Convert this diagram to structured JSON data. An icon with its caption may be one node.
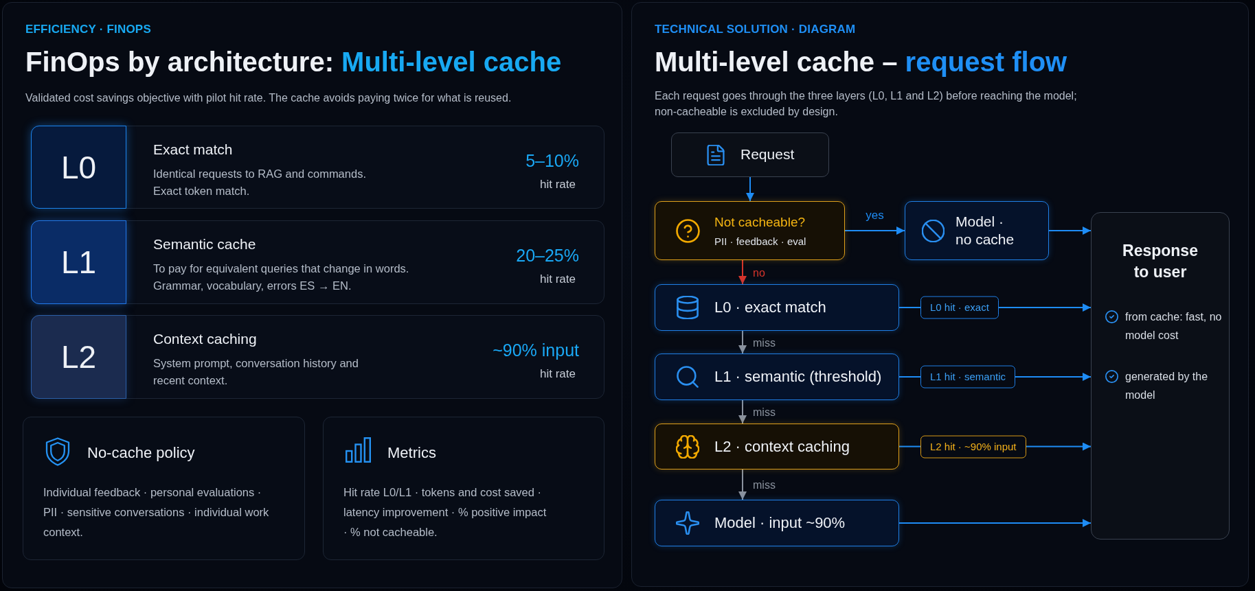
{
  "diagram": {
    "nodes": [
      {
        "text": [
          "EFFICIENCY · FINOPS",
          "FinOps by architecture: **Multi-level cache**",
          "Validated cost savings objective with pilot hit rate. The cache avoids paying twice for what is reused."
        ]
      },
      {
        "text": [
          "Exact match",
          "Identical requests to RAG and commands. Exact token match.",
          "5–10%",
          "hit rate"
        ],
        "in": 0
      },
      {
        "text": [
          "L0"
        ],
        "in": 1
      },
      {
        "text": [
          "Semantic cache",
          "To pay for equivalent queries that change in words. Grammar, vocabulary, errors ES → EN.",
          "20–25%",
          "hit rate"
        ],
        "in": 0
      },
      {
        "text": [
          "L1"
        ],
        "in": 3
      },
      {
        "text": [
          "Context caching",
          "System prompt, conversation history and recent context.",
          "~90% input",
          "hit rate"
        ],
        "in": 0
      },
      {
        "text": [
          "L2"
        ],
        "in": 5
      },
      {
        "text": [
          "No-cache policy",
          "Individual feedback · personal evaluations · PII · sensitive conversations · individual work context."
        ],
        "in": 0
      },
      {
        "text": [
          "Metrics",
          "Hit rate L0/L1 · tokens and cost saved · latency improvement · % positive impact · % not cacheable."
        ],
        "in": 0
      },
      {
        "text": [
          "TECHNICAL SOLUTION · DIAGRAM",
          "Multi-level cache – **request flow**",
          "Each request goes through the three layers (L0, L1 and L2) before reaching the model; non-cacheable is excluded by design."
        ]
      },
      {
        "text": [
          "Request"
        ],
        "in": 9
      },
      {
        "text": [
          "Not cacheable?",
          "PII · feedback · eval"
        ],
        "in": 9
      },
      {
        "text": [
          "Model · no cache"
        ],
        "in": 9
      },
      {
        "text": [
          "Response to user",
          "from cache: fast, no model cost",
          "generated by the model"
        ],
        "in": 9
      },
      {
        "text": [
          "L0 · exact match"
        ],
        "in": 9
      },
      {
        "text": [
          "L1 · semantic (threshold)"
        ],
        "in": 9
      },
      {
        "text": [
          "L2 · context caching"
        ],
        "in": 9
      },
      {
        "text": [
          "Model · input ~90%"
        ],
        "in": 9
      }
    ],
    "edges": [
      {
        "from": 10,
        "to": 11,
        "arrow": "to"
      },
      {
        "from": 11,
        "to": 12,
        "arrow": "to",
        "label": "yes"
      },
      {
        "from": 12,
        "to": 13,
        "arrow": "to"
      },
      {
        "from": 11,
        "to": 14,
        "arrow": "to",
        "label": "no",
        "color": "#d6342b"
      },
      {
        "from": 14,
        "to": 13,
        "arrow": "to",
        "label": "L0 hit · exact"
      },
      {
        "from": 14,
        "to": 15,
        "arrow": "to",
        "label": "miss",
        "color": "#8a929e"
      },
      {
        "from": 15,
        "to": 13,
        "arrow": "to",
        "label": "L1 hit · semantic"
      },
      {
        "from": 15,
        "to": 16,
        "arrow": "to",
        "label": "miss",
        "color": "#8a929e"
      },
      {
        "from": 16,
        "to": 13,
        "arrow": "to",
        "label": "L2 hit · ~90% input"
      },
      {
        "from": 16,
        "to": 17,
        "arrow": "to",
        "label": "miss",
        "color": "#8a929e"
      },
      {
        "from": 17,
        "to": 13,
        "arrow": "to"
      }
    ]
  }
}
